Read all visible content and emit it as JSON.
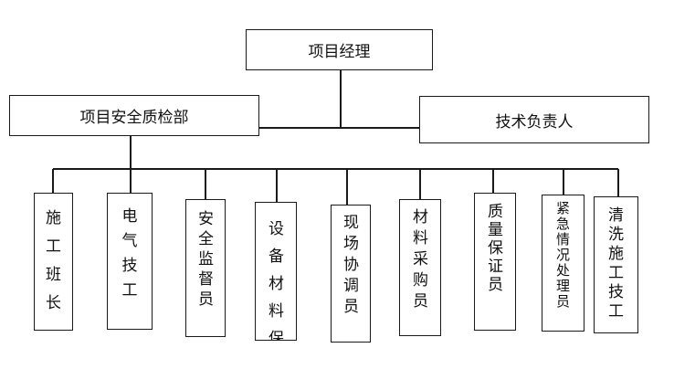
{
  "chart": {
    "root": "项目经理",
    "left_branch": "项目安全质检部",
    "right_branch": "技术负责人",
    "roles": [
      "施工班长",
      "电气技工",
      "安全监督员",
      "设备材料保",
      "现场协调员",
      "材料采购员",
      "质量保证员",
      "紧急情况处理员",
      "清洗施工技工"
    ]
  }
}
